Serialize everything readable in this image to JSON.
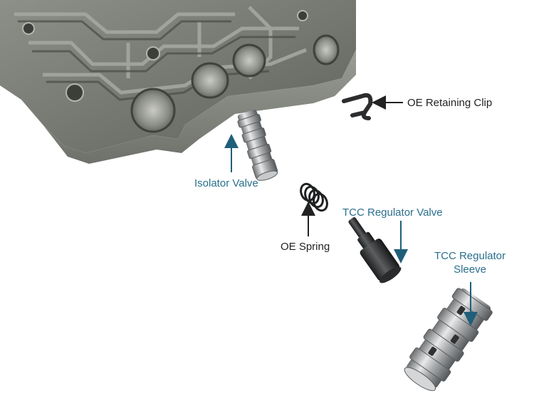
{
  "labels": {
    "retaining_clip": "OE Retaining Clip",
    "isolator_valve": "Isolator Valve",
    "tcc_regulator_valve": "TCC Regulator Valve",
    "oe_spring": "OE Spring",
    "tcc_regulator_sleeve_line1": "TCC Regulator",
    "tcc_regulator_sleeve_line2": "Sleeve"
  },
  "colors": {
    "callout_text": "#2a6f8c",
    "plain_text": "#222222",
    "callout_arrow": "#1f5f7a",
    "plain_arrow": "#222222"
  }
}
